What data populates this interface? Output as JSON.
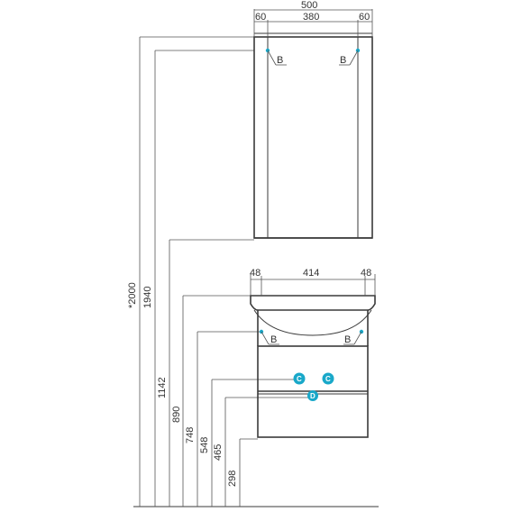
{
  "top_cabinet": {
    "total_width": "500",
    "side_left": "60",
    "center": "380",
    "side_right": "60",
    "marker_left": "B",
    "marker_right": "B"
  },
  "vanity": {
    "side_left": "48",
    "center": "414",
    "side_right": "48",
    "marker_left": "B",
    "marker_right": "B",
    "marker_c1": "C",
    "marker_c2": "C",
    "marker_d": "D"
  },
  "heights": {
    "h2000": "*2000",
    "h1940": "1940",
    "h1142": "1142",
    "h890": "890",
    "h748": "748",
    "h548": "548",
    "h465": "465",
    "h298": "298"
  },
  "colors": {
    "line": "#3a3a3a",
    "marker": "#19a8c9"
  }
}
